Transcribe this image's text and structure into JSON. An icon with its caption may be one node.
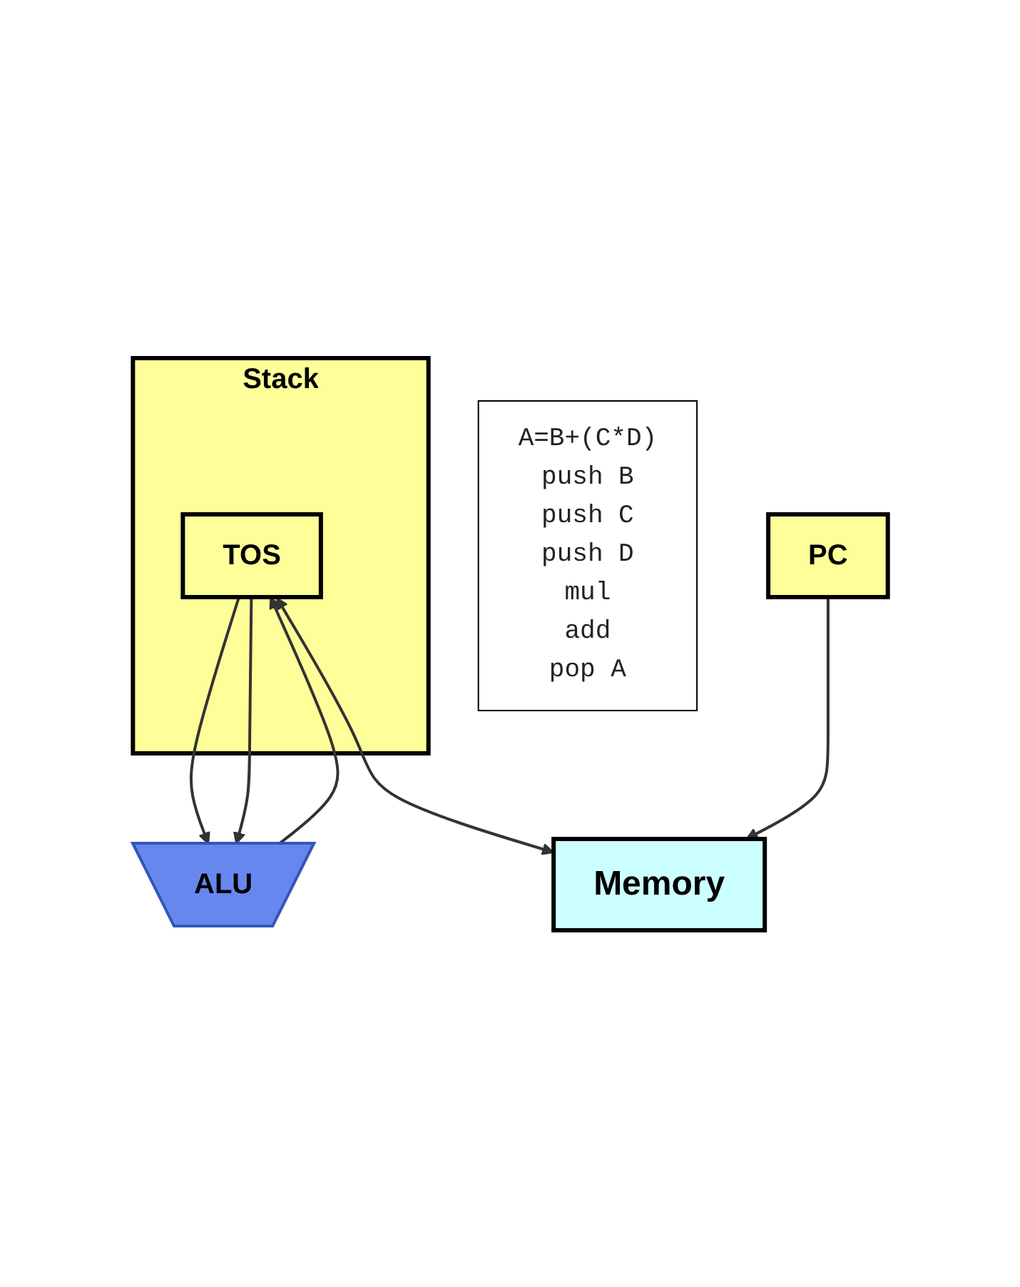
{
  "diagram": {
    "nodes": [
      {
        "text": [
          "Stack"
        ]
      },
      {
        "text": [
          "TOS"
        ],
        "in": 0
      },
      {
        "text": [
          "ALU"
        ]
      },
      {
        "text": [
          "Memory"
        ]
      },
      {
        "text": [
          "PC"
        ]
      },
      {
        "text": [
          "A=B+(C*D)",
          "push B",
          "push C",
          "push D",
          "mul",
          "add",
          "pop A"
        ]
      }
    ],
    "edges": [
      {
        "from": 1,
        "to": 2,
        "arrow": "to"
      },
      {
        "from": 1,
        "to": 2,
        "arrow": "to"
      },
      {
        "from": 2,
        "to": 1,
        "arrow": "to"
      },
      {
        "from": 1,
        "to": 3,
        "arrow": "both"
      },
      {
        "from": 4,
        "to": 3,
        "arrow": "to"
      }
    ]
  }
}
